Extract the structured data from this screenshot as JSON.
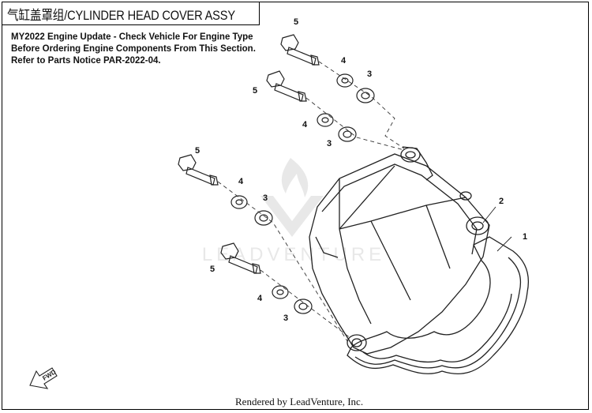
{
  "title": "气缸盖罩组/CYLINDER HEAD COVER ASSY",
  "notice": [
    "MY2022 Engine Update - Check Vehicle For Engine Type",
    "Before Ordering Engine Components From This Section.",
    "Refer to Parts Notice PAR-2022-04."
  ],
  "watermark": "LEADVENTURE",
  "footer": "Rendered by LeadVenture, Inc.",
  "fwd_label": "FWD",
  "callouts": {
    "gasket": "1",
    "cover": "2",
    "seal": "3",
    "washer": "4",
    "bolt": "5"
  }
}
